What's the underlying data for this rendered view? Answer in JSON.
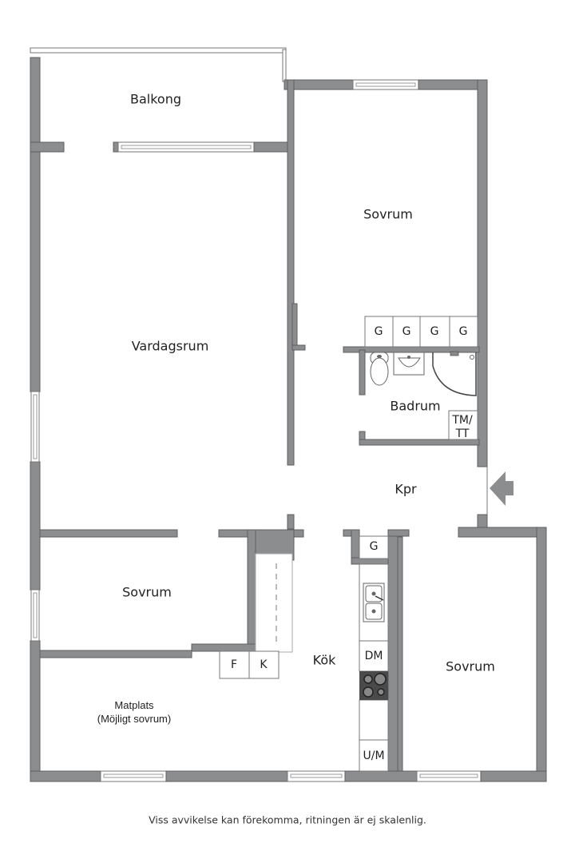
{
  "floorplan": {
    "colors": {
      "wall": "#8c8d8e",
      "wall_stroke": "#5e5f60",
      "background": "#ffffff",
      "stove": "#4a4a4a",
      "text": "#222222"
    },
    "rooms": {
      "balkong": "Balkong",
      "sovrum_top_right": "Sovrum",
      "vardagsrum": "Vardagsrum",
      "badrum": "Badrum",
      "kpr": "Kpr",
      "sovrum_left": "Sovrum",
      "kok": "Kök",
      "sovrum_bottom_right": "Sovrum",
      "matplats_line1": "Matplats",
      "matplats_line2": "(Möjligt sovrum)"
    },
    "fixtures": {
      "wardrobes_bath": [
        "G",
        "G",
        "G",
        "G"
      ],
      "wardrobe_kitchen": "G",
      "tm_tt_line1": "TM/",
      "tm_tt_line2": "TT",
      "fridge": "F",
      "freezer": "K",
      "dishwasher": "DM",
      "oven_microwave": "U/M"
    },
    "entrance": "entrance-arrow"
  },
  "footer": {
    "disclaimer": "Viss avvikelse kan förekomma, ritningen är ej skalenlig."
  }
}
